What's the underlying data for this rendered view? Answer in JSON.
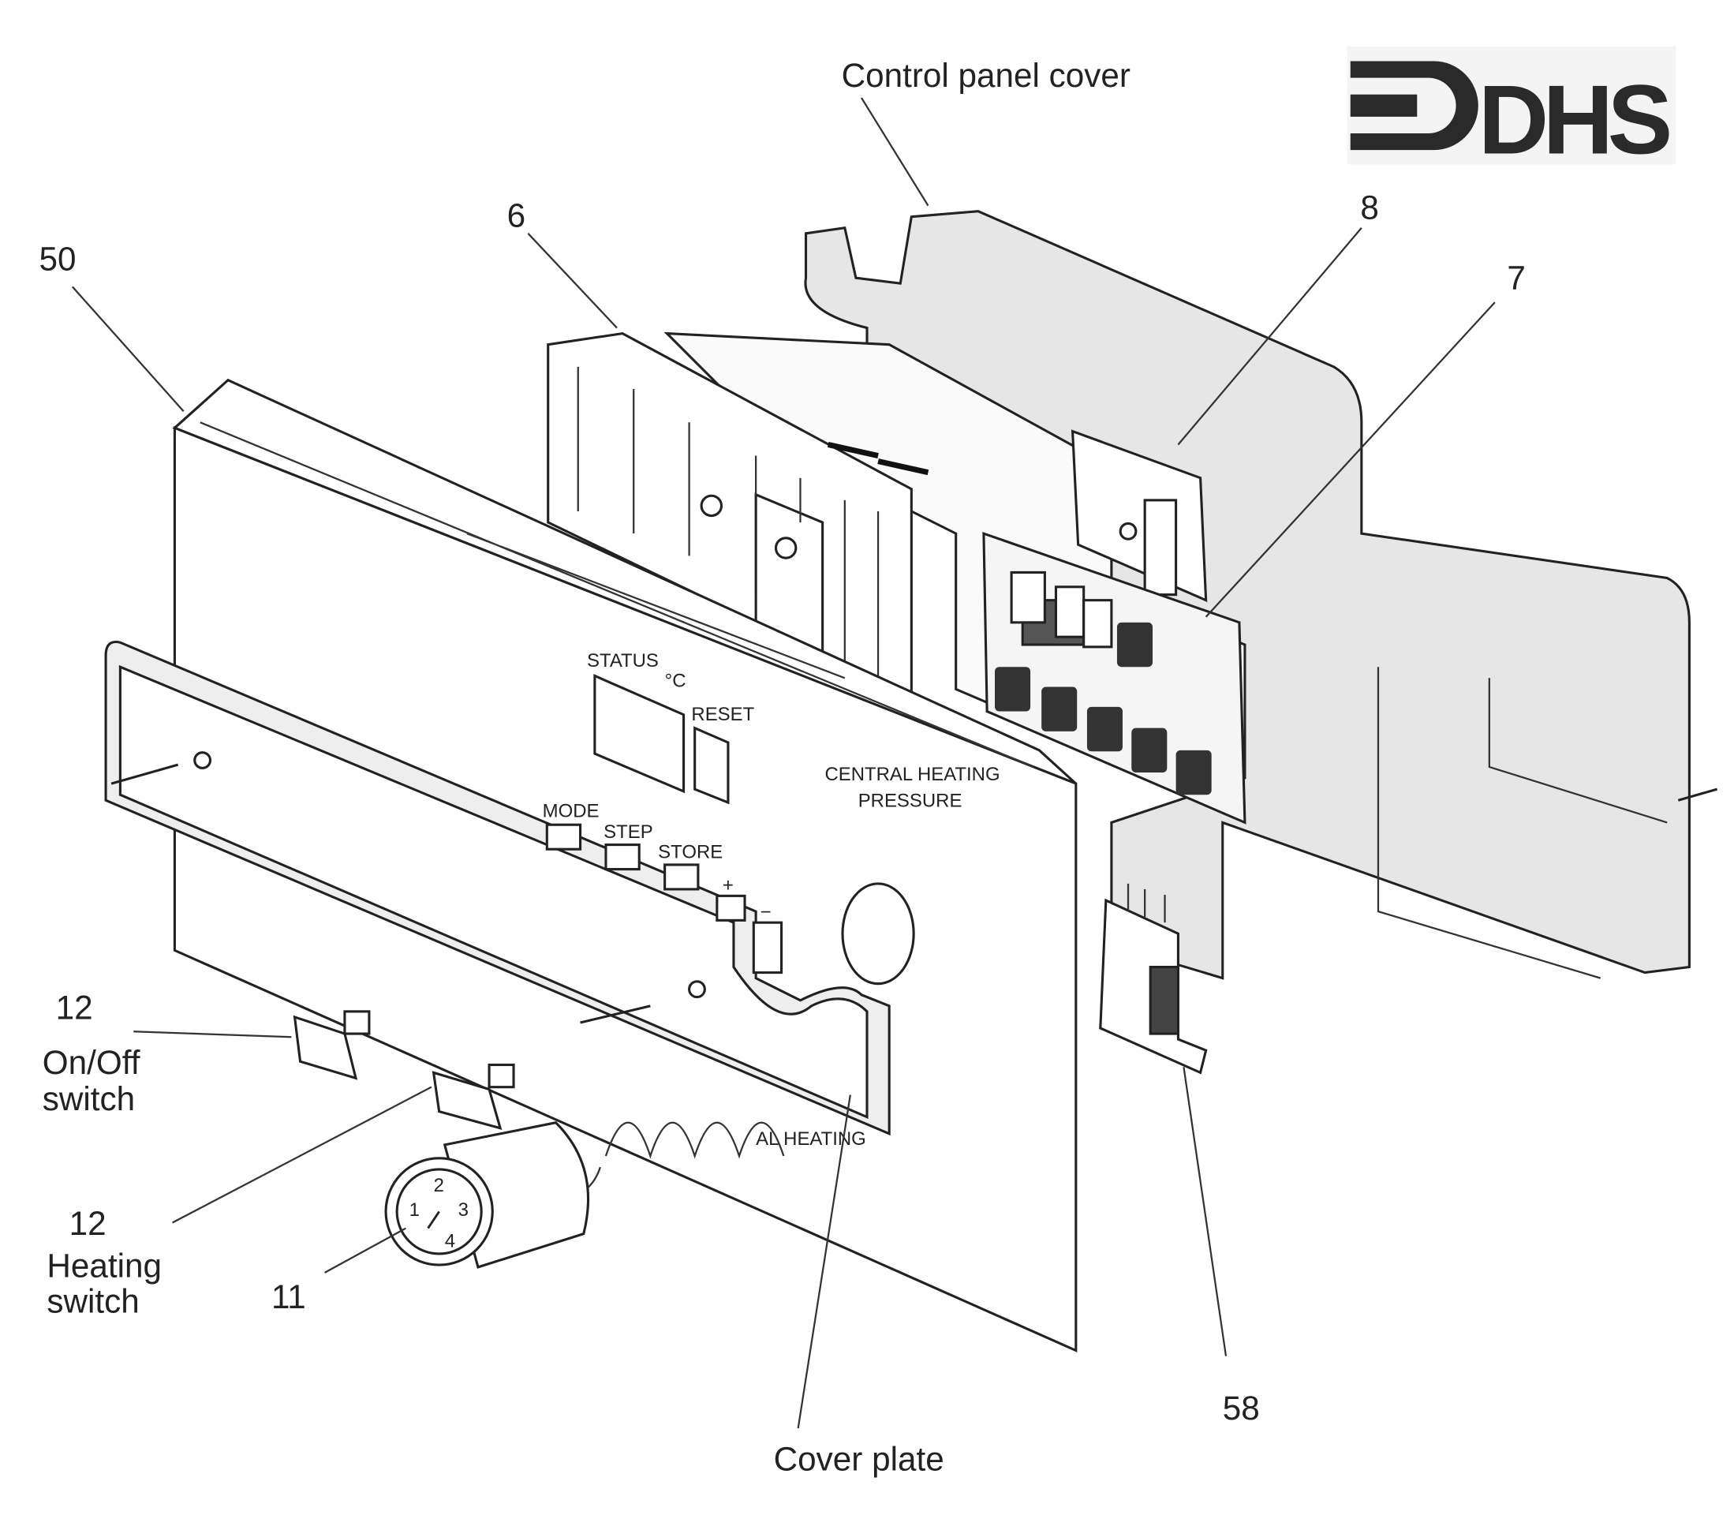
{
  "title": "Control panel exploded view",
  "logo": {
    "text": "DHS"
  },
  "labels": {
    "control_panel_cover": "Control panel cover",
    "part_6": "6",
    "part_8": "8",
    "part_7": "7",
    "part_50": "50",
    "part_12a": "12",
    "on_off_line1": "On/Off",
    "on_off_line2": "switch",
    "part_12b": "12",
    "heating_line1": "Heating",
    "heating_line2": "switch",
    "part_11": "11",
    "part_58": "58",
    "cover_plate": "Cover plate"
  },
  "panel": {
    "status": "STATUS",
    "degc": "°C",
    "reset": "RESET",
    "mode": "MODE",
    "step": "STEP",
    "store": "STORE",
    "plus": "+",
    "minus": "−",
    "ch_line1": "CENTRAL HEATING",
    "ch_line2": "PRESSURE",
    "ch_lower": "AL HEATING"
  },
  "gauge": {
    "ticks": [
      "1",
      "2",
      "3",
      "4"
    ]
  }
}
